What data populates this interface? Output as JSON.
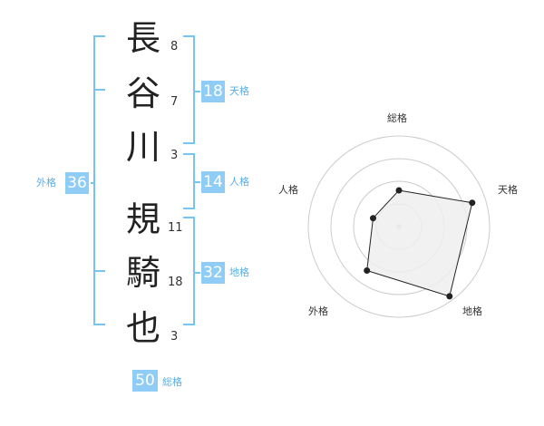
{
  "name_chars": [
    {
      "char": "長",
      "strokes": "8"
    },
    {
      "char": "谷",
      "strokes": "7"
    },
    {
      "char": "川",
      "strokes": "3"
    },
    {
      "char": "規",
      "strokes": "11"
    },
    {
      "char": "騎",
      "strokes": "18"
    },
    {
      "char": "也",
      "strokes": "3"
    }
  ],
  "kaku": {
    "tenkaku": {
      "value": "18",
      "label": "天格"
    },
    "jinkaku": {
      "value": "14",
      "label": "人格"
    },
    "chikaku": {
      "value": "32",
      "label": "地格"
    },
    "gaikaku": {
      "value": "36",
      "label": "外格"
    },
    "soukaku": {
      "value": "50",
      "label": "総格"
    }
  },
  "colors": {
    "accent": "#8fcdf6",
    "bracket": "#79c3f2",
    "accent_text": "#5aaee8",
    "radar_fill": "#eeeeee",
    "radar_ring": "#cccccc"
  },
  "chart_data": {
    "type": "radar",
    "axes": [
      "総格",
      "天格",
      "地格",
      "外格",
      "人格"
    ],
    "values": [
      0.4,
      0.85,
      0.95,
      0.6,
      0.3
    ],
    "rings": 4,
    "grid": true
  }
}
